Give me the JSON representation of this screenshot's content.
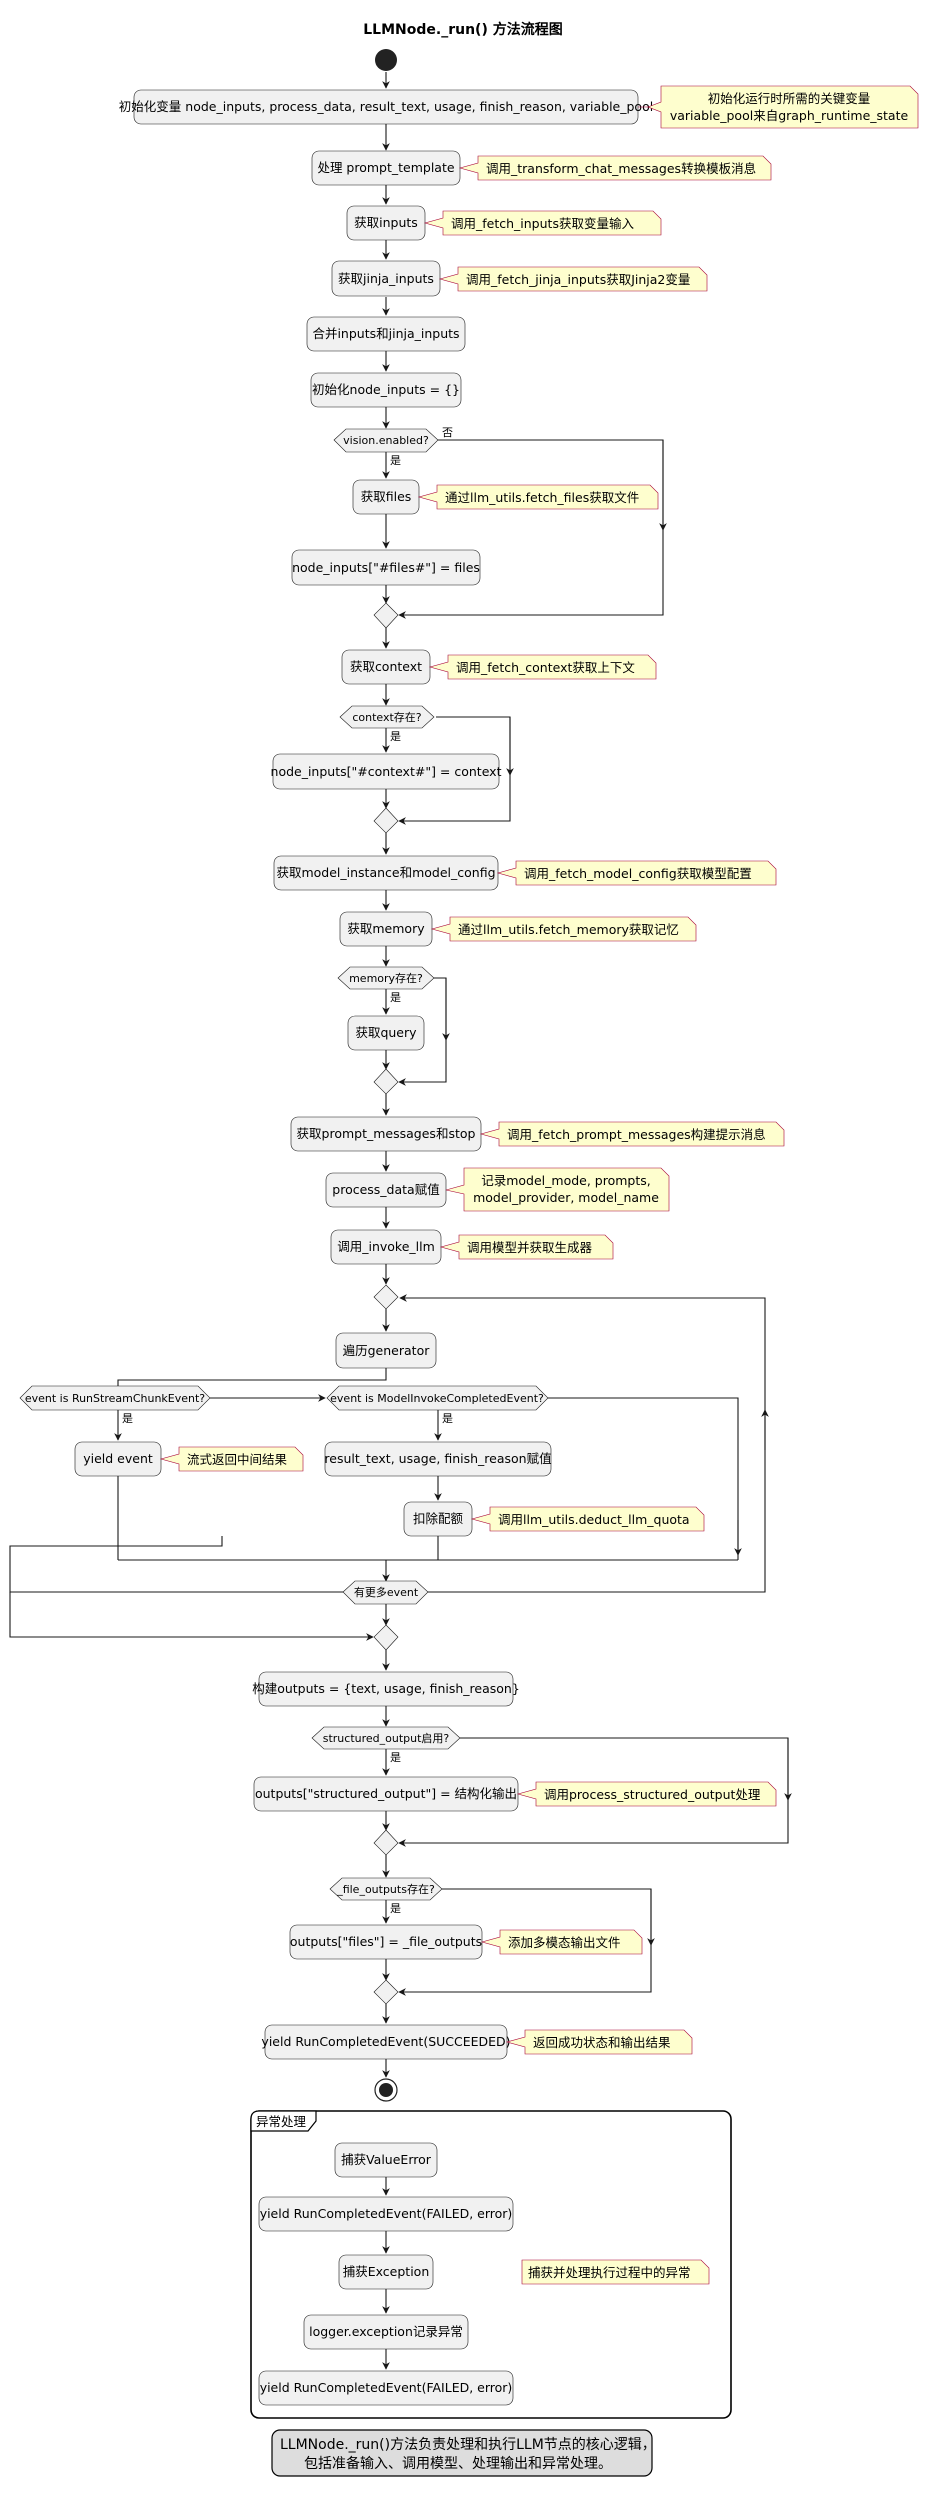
{
  "title": "LLMNode._run() 方法流程图",
  "steps": {
    "init_vars": "初始化变量 node_inputs, process_data, result_text, usage, finish_reason, variable_pool",
    "prompt_template": "处理 prompt_template",
    "get_inputs": "获取inputs",
    "get_jinja": "获取jinja_inputs",
    "merge": "合并inputs和jinja_inputs",
    "init_node_inputs": "初始化node_inputs = {}",
    "get_files": "获取files",
    "set_files": "node_inputs[\"#files#\"] = files",
    "get_context": "获取context",
    "set_context": "node_inputs[\"#context#\"] = context",
    "get_model": "获取model_instance和model_config",
    "get_memory": "获取memory",
    "get_query": "获取query",
    "get_prompt": "获取prompt_messages和stop",
    "process_data": "process_data赋值",
    "invoke": "调用_invoke_llm",
    "iterate": "遍历generator",
    "yield_event": "yield event",
    "result_assign": "result_text, usage, finish_reason赋值",
    "deduct": "扣除配额",
    "build_outputs": "构建outputs = {text, usage, finish_reason}",
    "structured": "outputs[\"structured_output\"] = 结构化输出",
    "files_out": "outputs[\"files\"] = _file_outputs",
    "completed": "yield RunCompletedEvent(SUCCEEDED)"
  },
  "decisions": {
    "vision": "vision.enabled?",
    "vision_yes": "是",
    "vision_no": "否",
    "context": "context存在?",
    "context_yes": "是",
    "memory": "memory存在?",
    "memory_yes": "是",
    "stream": "event is RunStreamChunkEvent?",
    "stream_yes": "是",
    "invoke_done": "event is ModelInvokeCompletedEvent?",
    "invoke_done_yes": "是",
    "more": "有更多event",
    "structured": "structured_output启用?",
    "structured_yes": "是",
    "file_outputs": "_file_outputs存在?",
    "file_outputs_yes": "是"
  },
  "notes": {
    "init_vars": [
      "初始化运行时所需的关键变量",
      "variable_pool来自graph_runtime_state"
    ],
    "prompt_template": "调用_transform_chat_messages转换模板消息",
    "get_inputs": "调用_fetch_inputs获取变量输入",
    "get_jinja": "调用_fetch_jinja_inputs获取Jinja2变量",
    "get_files": "通过llm_utils.fetch_files获取文件",
    "get_context": "调用_fetch_context获取上下文",
    "get_model": "调用_fetch_model_config获取模型配置",
    "get_memory": "通过llm_utils.fetch_memory获取记忆",
    "get_prompt": "调用_fetch_prompt_messages构建提示消息",
    "process_data": [
      "记录model_mode, prompts,",
      "model_provider, model_name"
    ],
    "invoke": "调用模型并获取生成器",
    "yield_event": "流式返回中间结果",
    "deduct": "调用llm_utils.deduct_llm_quota",
    "structured": "调用process_structured_output处理",
    "files_out": "添加多模态输出文件",
    "completed": "返回成功状态和输出结果",
    "exception": "捕获并处理执行过程中的异常"
  },
  "exception_group": {
    "label": "异常处理",
    "items": [
      "捕获ValueError",
      "yield RunCompletedEvent(FAILED, error)",
      "捕获Exception",
      "logger.exception记录异常",
      "yield RunCompletedEvent(FAILED, error)"
    ]
  },
  "caption": [
    "LLMNode._run()方法负责处理和执行LLM节点的核心逻辑，",
    "包括准备输入、调用模型、处理输出和异常处理。"
  ]
}
